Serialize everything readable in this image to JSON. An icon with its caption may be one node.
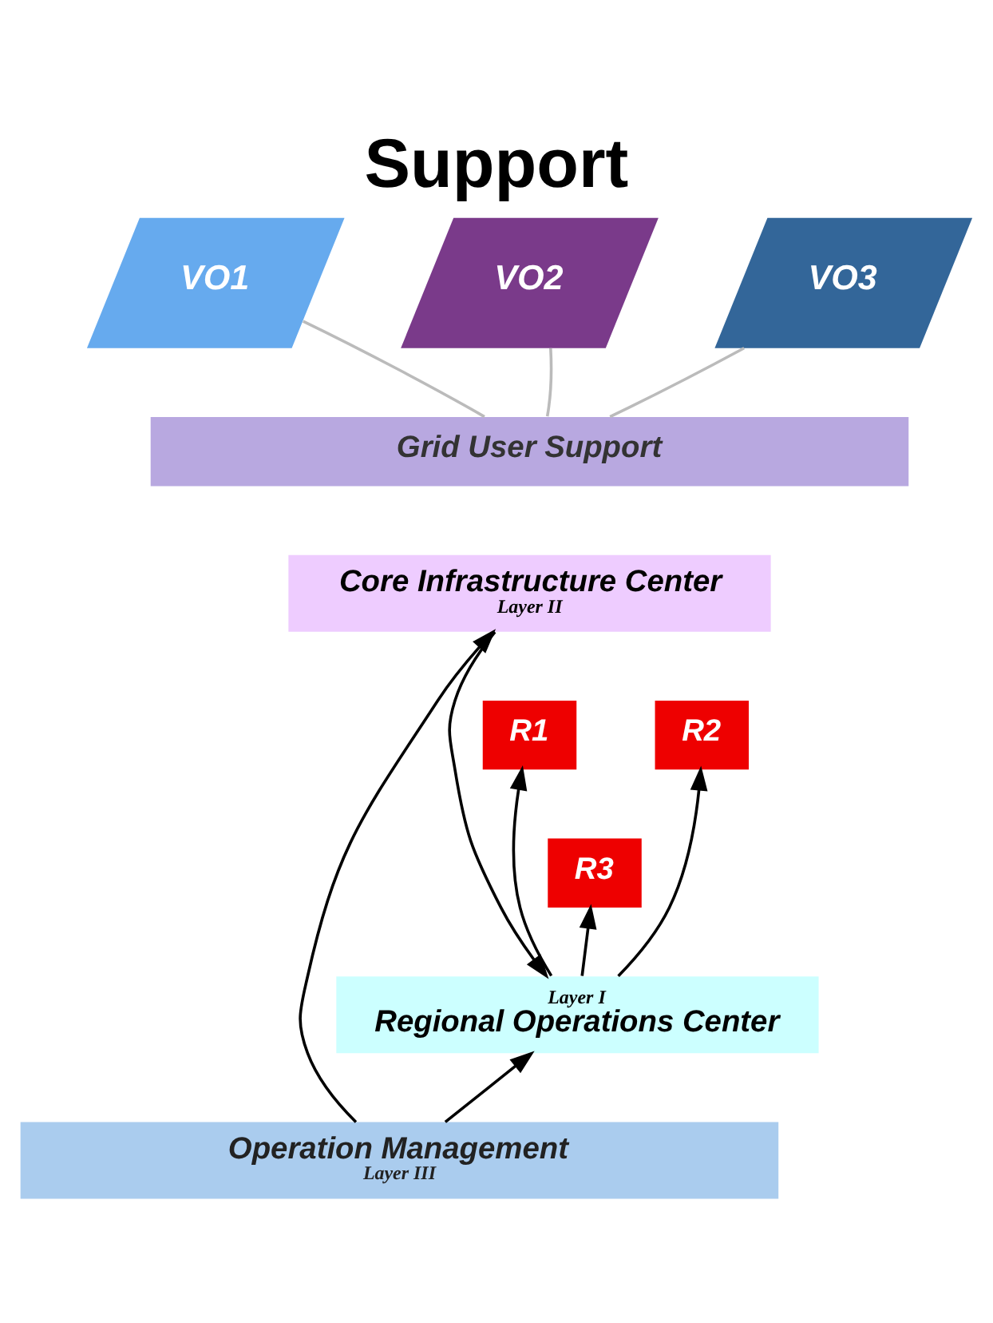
{
  "diagram": {
    "title": "Support",
    "nodes": [
      {
        "text": [
          "VO1"
        ]
      },
      {
        "text": [
          "VO2"
        ]
      },
      {
        "text": [
          "VO3"
        ]
      },
      {
        "text": [
          "Grid User Support"
        ]
      },
      {
        "text": [
          "Core Infrastructure Center",
          "Layer II"
        ]
      },
      {
        "text": [
          "Layer I",
          "Regional Operations Center"
        ]
      },
      {
        "text": [
          "R1"
        ]
      },
      {
        "text": [
          "R2"
        ]
      },
      {
        "text": [
          "R3"
        ]
      },
      {
        "text": [
          "Operation Management",
          "Layer III"
        ]
      }
    ],
    "edges": [
      {
        "from": 0,
        "to": 3,
        "arrow": "none",
        "color": "#bbbbbb"
      },
      {
        "from": 1,
        "to": 3,
        "arrow": "none",
        "color": "#bbbbbb"
      },
      {
        "from": 2,
        "to": 3,
        "arrow": "none",
        "color": "#bbbbbb"
      },
      {
        "from": 5,
        "to": 8,
        "arrow": "to"
      },
      {
        "from": 5,
        "to": 6,
        "arrow": "to"
      },
      {
        "from": 5,
        "to": 7,
        "arrow": "to"
      },
      {
        "from": 4,
        "to": 5,
        "arrow": "to"
      },
      {
        "from": 9,
        "to": 5,
        "arrow": "to"
      },
      {
        "from": 9,
        "to": 4,
        "arrow": "to"
      }
    ]
  }
}
